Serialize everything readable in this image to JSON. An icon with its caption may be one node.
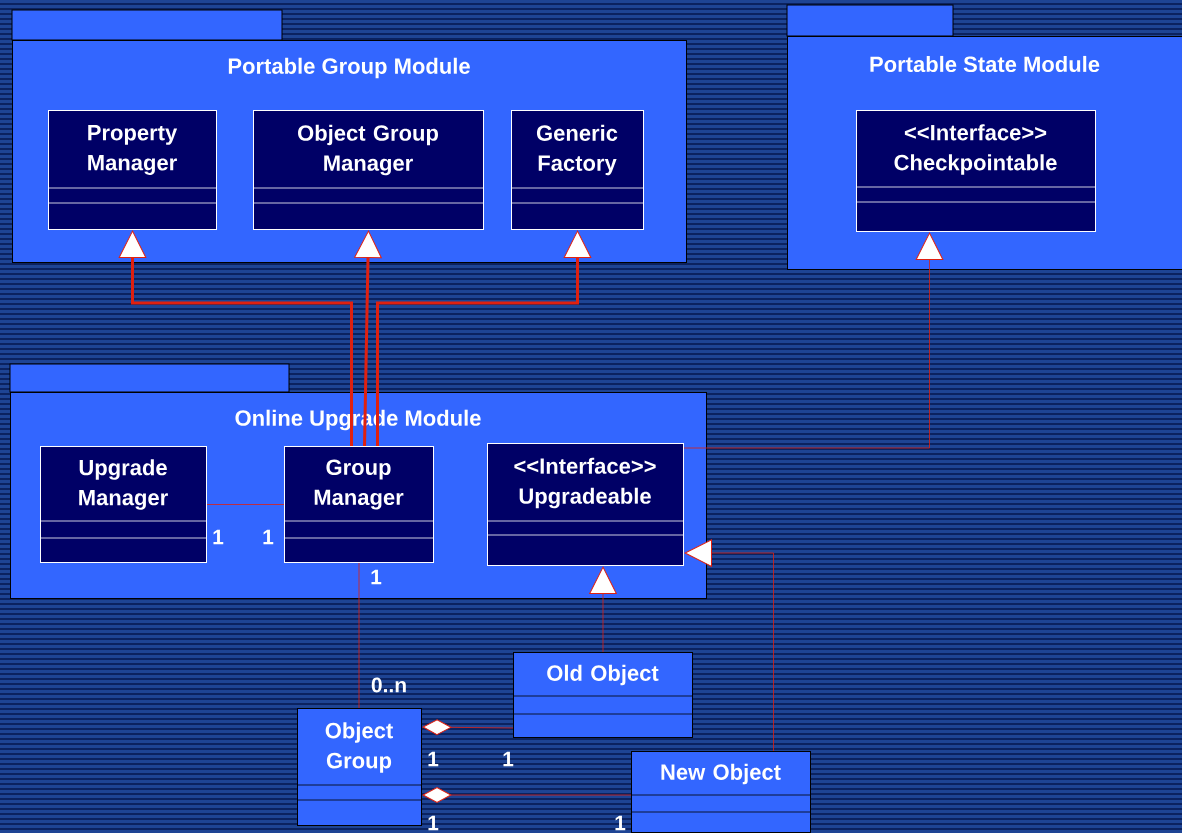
{
  "diagram": {
    "nodes": [
      {
        "text": [
          "Portable Group Module"
        ]
      },
      {
        "text": [
          "Property Manager"
        ],
        "in": 0
      },
      {
        "text": [
          "Object Group Manager"
        ],
        "in": 0
      },
      {
        "text": [
          "Generic Factory"
        ],
        "in": 0
      },
      {
        "text": [
          "Portable State Module"
        ]
      },
      {
        "text": [
          "<<Interface>> Checkpointable"
        ],
        "in": 4
      },
      {
        "text": [
          "Online Upgrade Module"
        ]
      },
      {
        "text": [
          "Upgrade Manager"
        ],
        "in": 6
      },
      {
        "text": [
          "Group Manager"
        ],
        "in": 6
      },
      {
        "text": [
          "<<Interface>> Upgradeable"
        ],
        "in": 6
      },
      {
        "text": [
          "Old Object"
        ]
      },
      {
        "text": [
          "Object Group"
        ]
      },
      {
        "text": [
          "New Object"
        ]
      }
    ],
    "edges": [
      {
        "from": 8,
        "to": 1,
        "arrow": "to",
        "style": "thick"
      },
      {
        "from": 8,
        "to": 2,
        "arrow": "to",
        "style": "thick"
      },
      {
        "from": 8,
        "to": 3,
        "arrow": "to",
        "style": "thick"
      },
      {
        "from": 9,
        "to": 5,
        "arrow": "to"
      },
      {
        "from": 7,
        "to": 8,
        "arrow": "none"
      },
      {
        "from": 8,
        "to": 11,
        "arrow": "none"
      },
      {
        "from": 10,
        "to": 9,
        "arrow": "to"
      },
      {
        "from": 12,
        "to": 9,
        "arrow": "to"
      },
      {
        "from": 10,
        "to": 11,
        "arrow": "other"
      },
      {
        "from": 12,
        "to": 11,
        "arrow": "other"
      }
    ],
    "labels": [
      "1",
      "1",
      "1",
      "0..n",
      "1",
      "1",
      "1",
      "1"
    ]
  }
}
